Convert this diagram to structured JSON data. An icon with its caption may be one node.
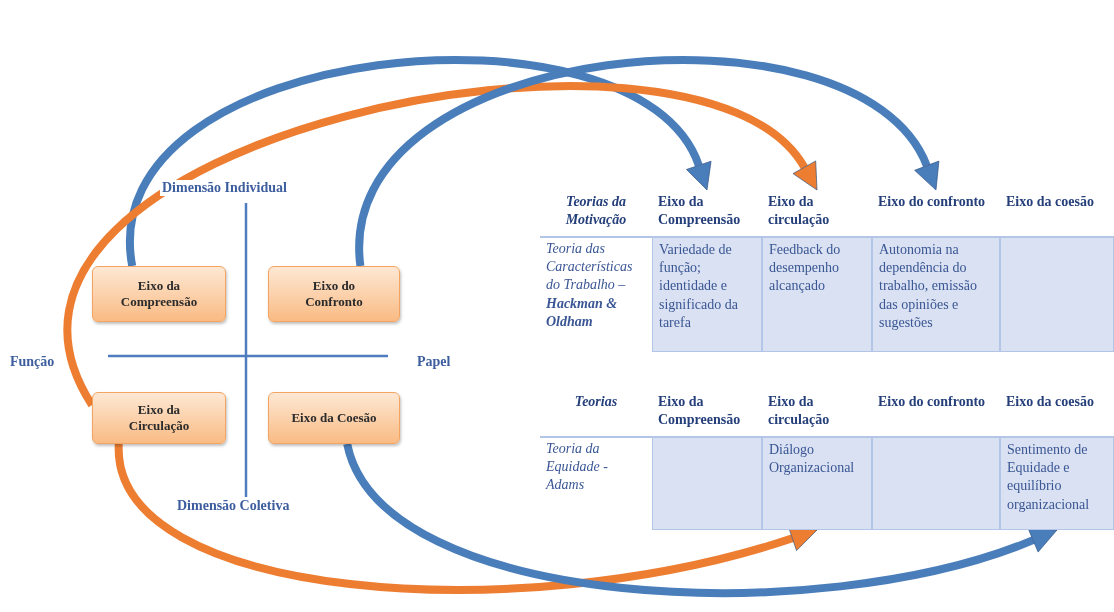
{
  "diagram": {
    "nodes": [
      {
        "text": [
          "Eixo da Compreensão"
        ]
      },
      {
        "text": [
          "Eixo do Confronto"
        ]
      },
      {
        "text": [
          "Eixo da Circulação"
        ]
      },
      {
        "text": [
          "Eixo da Coesão"
        ]
      },
      {
        "text": [
          "Eixo da Compreensão"
        ]
      },
      {
        "text": [
          "Eixo da circulação"
        ]
      },
      {
        "text": [
          "Eixo do confronto"
        ]
      },
      {
        "text": [
          "Diálogo Organizacional"
        ]
      },
      {
        "text": [
          "Sentimento de Equidade e equilíbrio organizacional"
        ]
      }
    ],
    "edges": [
      {
        "from": 0,
        "to": 4,
        "arrow": "to"
      },
      {
        "from": 2,
        "to": 5,
        "arrow": "to",
        "color": "#ed7d31"
      },
      {
        "from": 1,
        "to": 6,
        "arrow": "to"
      },
      {
        "from": 2,
        "to": 7,
        "arrow": "to",
        "color": "#ed7d31"
      },
      {
        "from": 3,
        "to": 8,
        "arrow": "to"
      }
    ],
    "labels": [
      "Dimensão Individual",
      "Função",
      "Papel",
      "Dimensão Coletiva",
      "Teorias da Motivação",
      "Eixo da coesão",
      "Teoria das Características do Trabalho – **Hackman & Oldham**",
      "Variedade de função; identidade e significado da tarefa",
      "Feedback do desempenho alcançado",
      "Autonomia na dependência do trabalho, emissão das opiniões e sugestões",
      "Teorias",
      "Eixo da Compreensão",
      "Eixo da circulação",
      "Eixo do confronto",
      "Eixo da coesão",
      "Teoria da Equidade - Adams"
    ]
  }
}
